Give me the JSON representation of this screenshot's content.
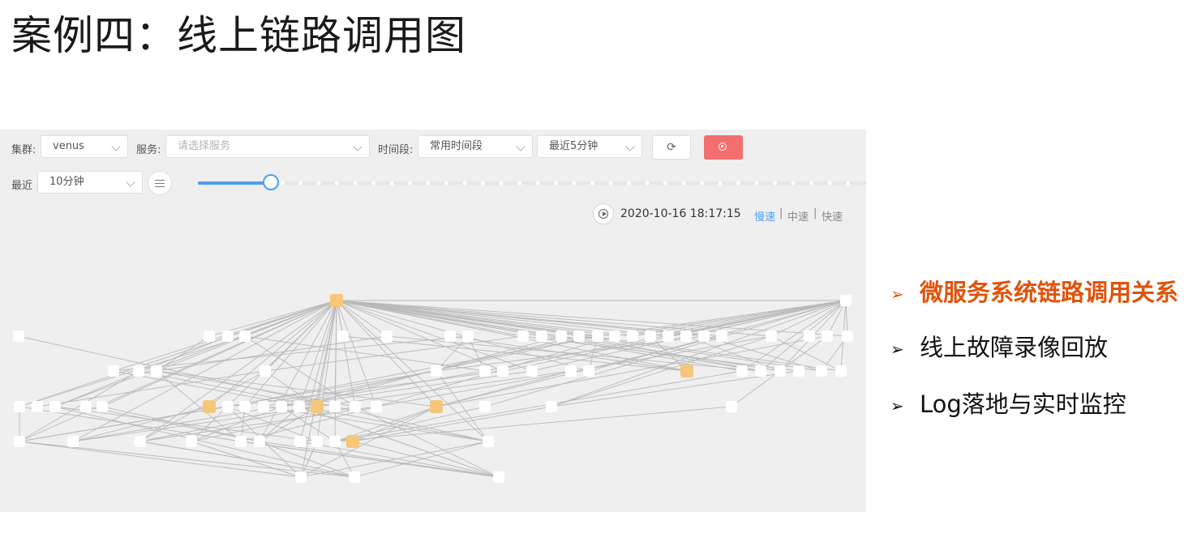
{
  "title": "案例四：线上链路调用图",
  "toolbar": {
    "cluster_label": "集群:",
    "cluster_value": "venus",
    "service_label": "服务:",
    "service_placeholder": "请选择服务",
    "period_label": "时间段:",
    "period_value": "常用时间段",
    "range_value": "最近5分钟",
    "refresh_icon": "refresh-icon",
    "stop_icon": "stop-icon"
  },
  "row2": {
    "recent_label": "最近",
    "recent_value": "10分钟",
    "filter_icon": "sliders-icon"
  },
  "playback": {
    "timestamp": "2020-10-16 18:17:15",
    "speeds": [
      "慢速",
      "中速",
      "快速"
    ],
    "active_speed": "慢速",
    "separator": "|",
    "play_icon": "play-icon"
  },
  "bullets": [
    {
      "text": "微服务系统链路调用关系",
      "highlight": true
    },
    {
      "text": "线上故障录像回放",
      "highlight": false
    },
    {
      "text": "Log落地与实时监控",
      "highlight": false
    }
  ],
  "colors": {
    "accent": "#4c9ef0",
    "danger": "#f36f6f",
    "highlight_text": "#e0530c",
    "node_normal": "#ffffff",
    "node_highlight": "#f5c779",
    "canvas_bg": "#efefef"
  }
}
